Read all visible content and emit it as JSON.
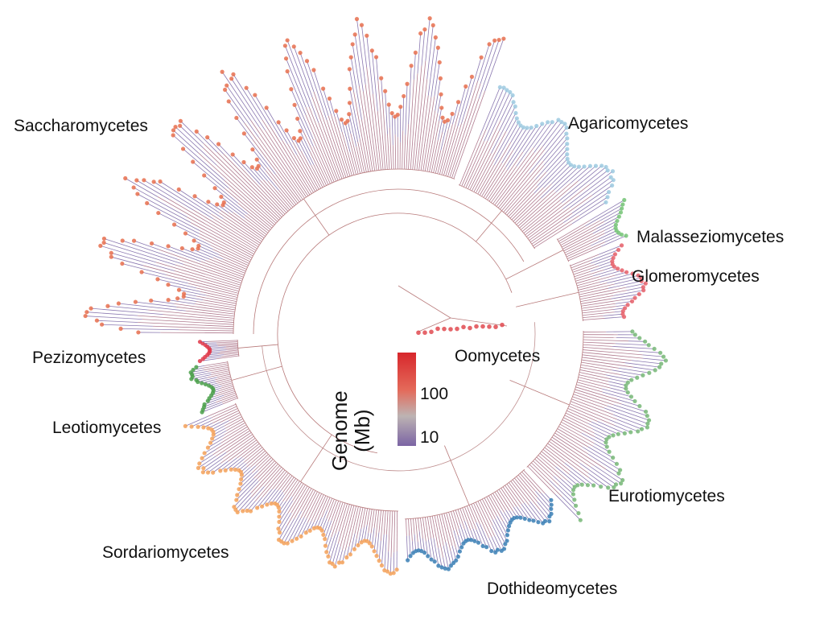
{
  "chart_data": {
    "type": "circular-phylogenetic-tree",
    "clades": [
      {
        "name": "Saccharomycetes",
        "color": "#e8704f"
      },
      {
        "name": "Agaricomycetes",
        "color": "#9ecae1"
      },
      {
        "name": "Malasseziomycetes",
        "color": "#74c476"
      },
      {
        "name": "Glomeromycetes",
        "color": "#e6606a"
      },
      {
        "name": "Oomycetes",
        "color": "#e04a50"
      },
      {
        "name": "Eurotiomycetes",
        "color": "#78b878"
      },
      {
        "name": "Dothideomycetes",
        "color": "#3a7fb5"
      },
      {
        "name": "Sordariomycetes",
        "color": "#f4a25a"
      },
      {
        "name": "Leotiomycetes",
        "color": "#4aa04a"
      },
      {
        "name": "Pezizomycetes",
        "color": "#e03a4a"
      }
    ],
    "legend": {
      "title_line1": "Genome",
      "title_line2": "(Mb)",
      "ticks": [
        "100",
        "10"
      ],
      "scale": "log",
      "colors": [
        "#7b64a4",
        "#bdb3b3",
        "#e46a5a",
        "#d7262b"
      ]
    }
  }
}
